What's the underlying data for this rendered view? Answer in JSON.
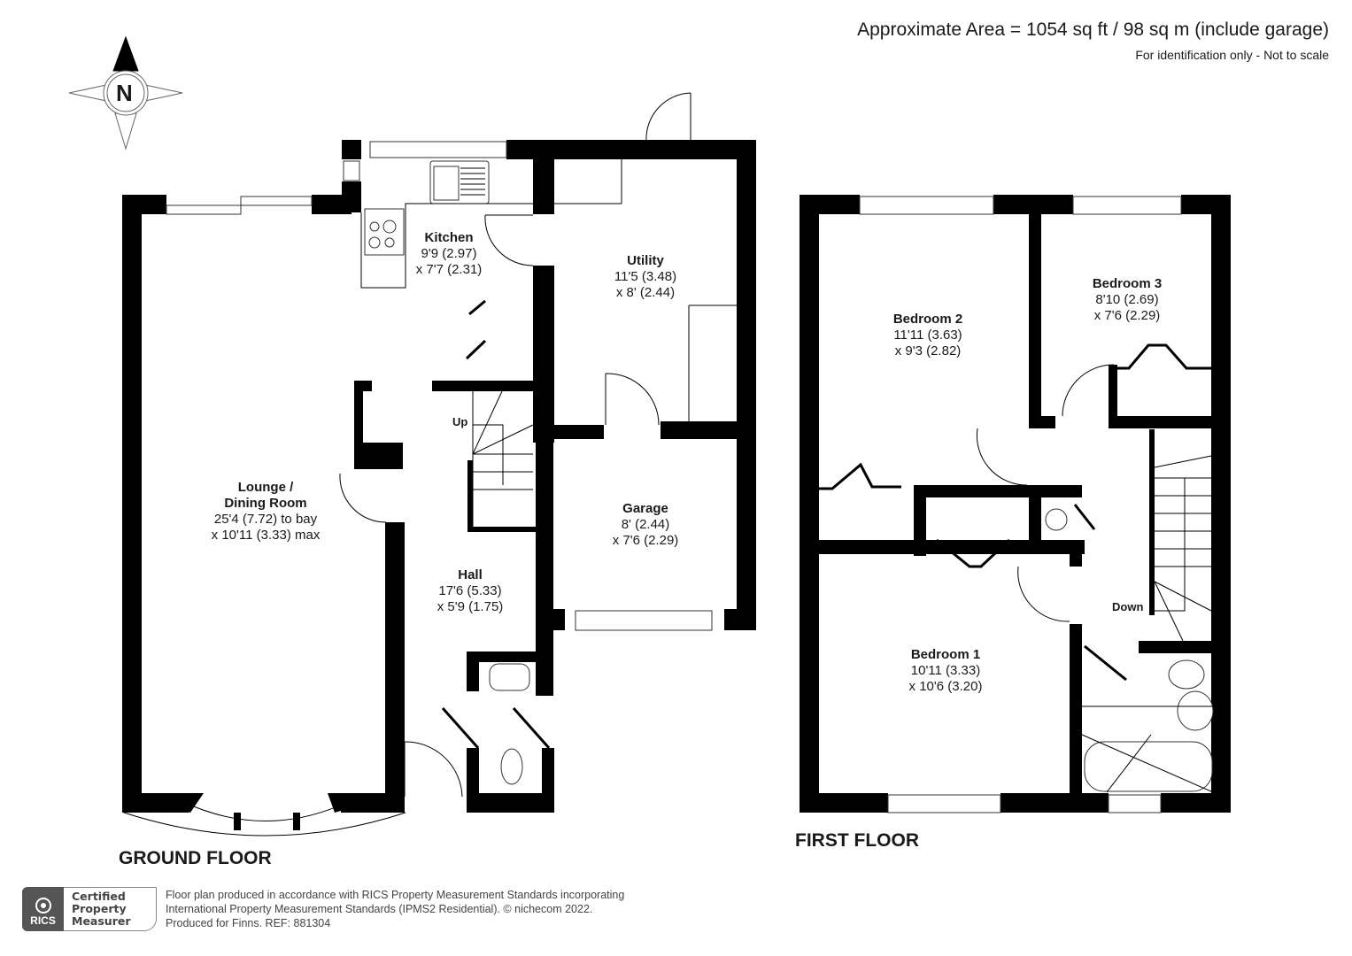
{
  "header": {
    "area": "Approximate Area = 1054 sq ft / 98 sq m (include garage)",
    "disclaimer": "For identification only - Not to scale"
  },
  "compass": {
    "letter": "N",
    "icon": "north-compass-icon"
  },
  "ground_floor": {
    "title": "GROUND FLOOR",
    "rooms": [
      {
        "name": "Kitchen",
        "dim1": "9'9 (2.97)",
        "dim2": "x 7'7 (2.31)"
      },
      {
        "name": "Utility",
        "dim1": "11'5 (3.48)",
        "dim2": "x 8' (2.44)"
      },
      {
        "name": "Lounge /",
        "name2": "Dining Room",
        "dim1": "25'4 (7.72) to bay",
        "dim2": "x 10'11 (3.33) max"
      },
      {
        "name": "Garage",
        "dim1": "8' (2.44)",
        "dim2": "x 7'6 (2.29)"
      },
      {
        "name": "Hall",
        "dim1": "17'6 (5.33)",
        "dim2": "x 5'9 (1.75)"
      }
    ],
    "stairs_label": "Up"
  },
  "first_floor": {
    "title": "FIRST FLOOR",
    "rooms": [
      {
        "name": "Bedroom 2",
        "dim1": "11'11 (3.63)",
        "dim2": "x 9'3 (2.82)"
      },
      {
        "name": "Bedroom 3",
        "dim1": "8'10 (2.69)",
        "dim2": "x 7'6 (2.29)"
      },
      {
        "name": "Bedroom 1",
        "dim1": "10'11 (3.33)",
        "dim2": "x 10'6 (3.20)"
      }
    ],
    "stairs_label": "Down"
  },
  "footer": {
    "badge": {
      "org": "RICS",
      "line1": "Certified",
      "line2": "Property",
      "line3": "Measurer"
    },
    "line1": "Floor plan produced in accordance with RICS Property Measurement Standards incorporating",
    "line2": "International Property Measurement Standards (IPMS2 Residential).   © nichecom 2022.",
    "line3": "Produced for Finns.   REF:  881304"
  }
}
